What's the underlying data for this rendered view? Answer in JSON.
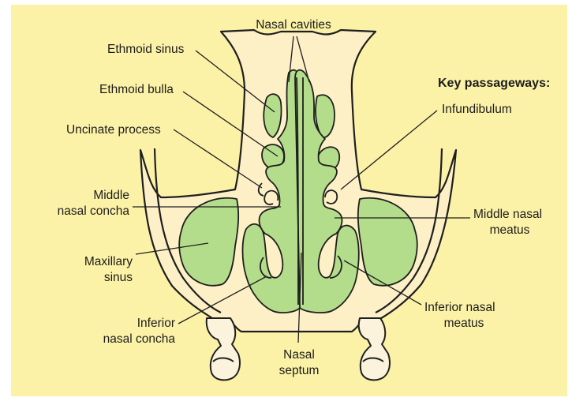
{
  "figure": {
    "background_color": "#fcf2a7",
    "bone_color": "#fdf0c6",
    "mucosa_color": "#b3dd8b",
    "outline_color": "#1f1f1f",
    "key_heading": "Key  passageways:",
    "labels": {
      "nasal_cavities": "Nasal cavities",
      "ethmoid_sinus": "Ethmoid sinus",
      "ethmoid_bulla": "Ethmoid bulla",
      "uncinate_process": "Uncinate process",
      "middle_nasal_concha_1": "Middle",
      "middle_nasal_concha_2": "nasal concha",
      "maxillary_sinus_1": "Maxillary",
      "maxillary_sinus_2": "sinus",
      "inferior_nasal_concha_1": "Inferior",
      "inferior_nasal_concha_2": "nasal concha",
      "nasal_septum_1": "Nasal",
      "nasal_septum_2": "septum",
      "infundibulum": "Infundibulum",
      "middle_nasal_meatus_1": "Middle nasal",
      "middle_nasal_meatus_2": "meatus",
      "inferior_nasal_meatus_1": "Inferior nasal",
      "inferior_nasal_meatus_2": "meatus"
    }
  }
}
